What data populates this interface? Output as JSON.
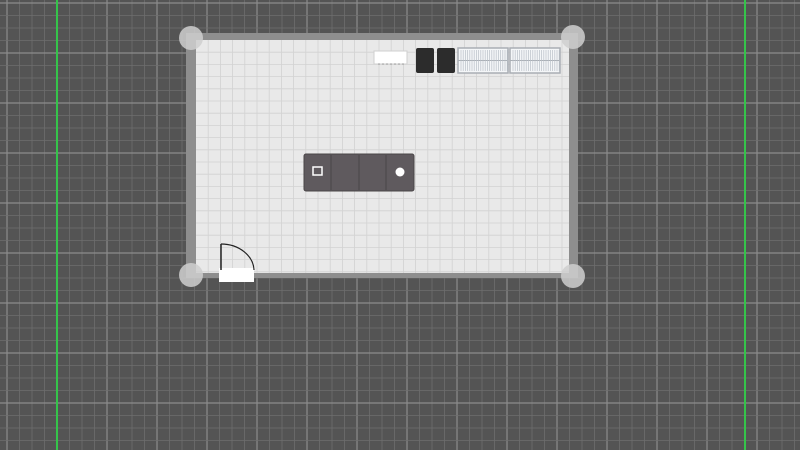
{
  "editor": {
    "view": "floor-plan-2d",
    "colors": {
      "canvas_background": "#545454",
      "grid_minor": "#6e6e6e",
      "grid_major": "#8c8c8c",
      "boundary_guide": "#35c44a",
      "room_wall": "#8e8e8e",
      "room_floor": "#e9e9e9",
      "room_floor_grid": "#d2d2d2",
      "wall_corner_handle": "#cfcfcf",
      "door_panel": "#ffffff",
      "door_swing_arc": "#222222",
      "appliance_dark": "#2c2c2c",
      "counter_top": "#5f5a5e",
      "counter_seam": "#4a4648",
      "shelf_frame": "#a9aeb4",
      "cooktop": "#ffffff"
    },
    "room": {
      "name": "",
      "corner_handles": [
        "corner-handle-top-left",
        "corner-handle-top-right",
        "corner-handle-bottom-left",
        "corner-handle-bottom-right"
      ]
    },
    "furniture": [
      {
        "kind": "wall-cabinet",
        "icon": "white-cabinet-icon"
      },
      {
        "kind": "appliance",
        "icon": "dark-appliance-icon"
      },
      {
        "kind": "appliance",
        "icon": "dark-appliance-icon"
      },
      {
        "kind": "wire-shelf",
        "icon": "wire-shelf-icon"
      },
      {
        "kind": "wire-shelf",
        "icon": "wire-shelf-icon"
      },
      {
        "kind": "kitchen-island",
        "icon": "island-counter-icon"
      },
      {
        "kind": "door",
        "icon": "door-swing-icon"
      }
    ]
  }
}
